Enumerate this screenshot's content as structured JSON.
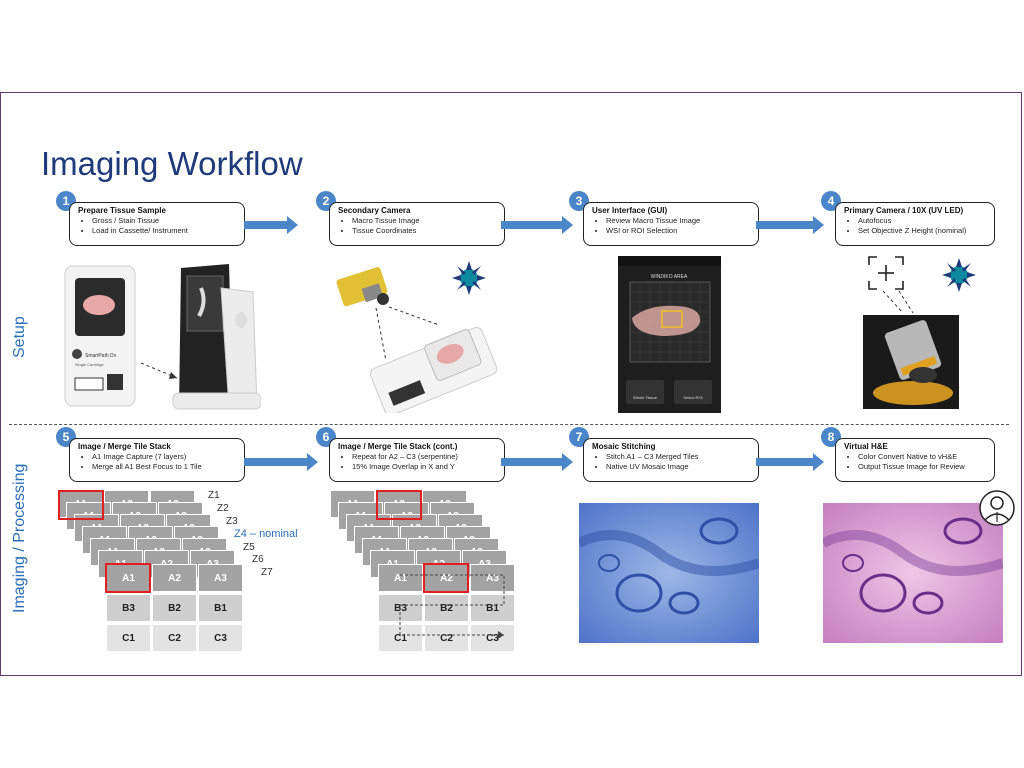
{
  "title": "Imaging Workflow",
  "sections": {
    "setup": "Setup",
    "imaging": "Imaging / Processing"
  },
  "steps": [
    {
      "num": "1",
      "title": "Prepare Tissue Sample",
      "bullets": [
        "Gross / Stain Tissue",
        "Load in Cassette/ Instrument"
      ]
    },
    {
      "num": "2",
      "title": "Secondary Camera",
      "bullets": [
        "Macro Tissue Image",
        "Tissue Coordinates"
      ]
    },
    {
      "num": "3",
      "title": "User Interface (GUI)",
      "bullets": [
        "Review Macro Tissue Image",
        "WSI or ROI Selection"
      ]
    },
    {
      "num": "4",
      "title": "Primary Camera / 10X (UV LED)",
      "bullets": [
        "Autofocus",
        "Set Objective Z Height (nominal)"
      ]
    },
    {
      "num": "5",
      "title": "Image / Merge Tile Stack",
      "bullets": [
        "A1 Image Capture (7 layers)",
        "Merge all A1 Best Focus to 1 Tile"
      ]
    },
    {
      "num": "6",
      "title": "Image / Merge Tile Stack (cont.)",
      "bullets": [
        "Repeat for A2 – C3 (serpentine)",
        "15% Image Overlap in X and Y"
      ]
    },
    {
      "num": "7",
      "title": "Mosaic Stitching",
      "bullets": [
        "Stitch A1 – C3 Merged Tiles",
        "Native UV Mosaic Image"
      ]
    },
    {
      "num": "8",
      "title": "Virtual H&E",
      "bullets": [
        "Color Convert Native to vH&E",
        "Output Tissue Image for Review"
      ]
    }
  ],
  "zlayers": [
    "Z1",
    "Z2",
    "Z3",
    "Z4 – nominal",
    "Z5",
    "Z6",
    "Z7"
  ],
  "tiles": {
    "row1": [
      "A1",
      "A2",
      "A3"
    ],
    "row2": [
      "B3",
      "B2",
      "B1"
    ],
    "row3": [
      "C1",
      "C2",
      "C3"
    ]
  },
  "gui": {
    "header": "WINDIKO AREA",
    "btn1": "Whole Tissue",
    "btn2": "Select ROI"
  },
  "cartridge": {
    "brand": "SmartPath Dx",
    "sub": "Single Cartridge"
  },
  "colors": {
    "accent": "#4a86c8",
    "title": "#1f3a7a",
    "frame": "#6b3b6b",
    "tile_red": "#e02020"
  }
}
